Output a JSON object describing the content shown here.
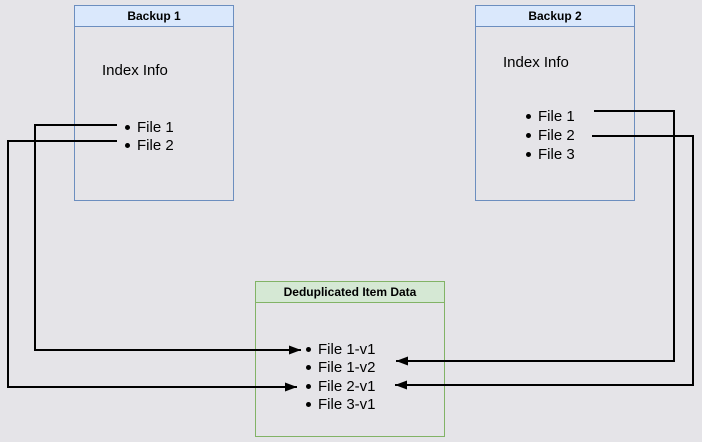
{
  "backup1": {
    "title": "Backup 1",
    "subtitle": "Index Info",
    "items": [
      "File 1",
      "File 2"
    ]
  },
  "backup2": {
    "title": "Backup 2",
    "subtitle": "Index Info",
    "items": [
      "File 1",
      "File 2",
      "File 3"
    ]
  },
  "dedup": {
    "title": "Deduplicated Item Data",
    "items": [
      "File 1-v1",
      "File 1-v2",
      "File 2-v1",
      "File 3-v1"
    ]
  },
  "connections": [
    {
      "from": "Backup 1 / File 1",
      "to": "File 1-v1",
      "side": "left"
    },
    {
      "from": "Backup 1 / File 2",
      "to": "File 2-v1",
      "side": "left"
    },
    {
      "from": "Backup 2 / File 1",
      "to": "File 1-v2",
      "side": "right"
    },
    {
      "from": "Backup 2 / File 2",
      "to": "File 2-v1",
      "side": "right"
    }
  ],
  "colors": {
    "background": "#e5e4e8",
    "box_blue_fill": "#dae8fc",
    "box_blue_border": "#6c8ebf",
    "box_green_fill": "#d5e8d4",
    "box_green_border": "#82b366",
    "wire": "#000000"
  }
}
